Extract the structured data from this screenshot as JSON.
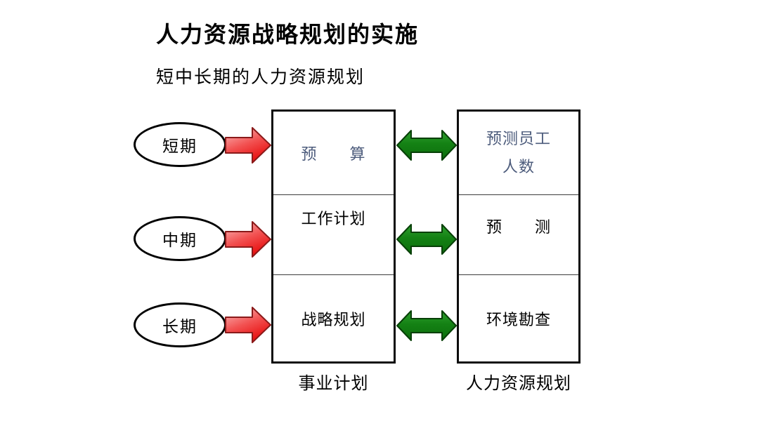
{
  "slide": {
    "title": "人力资源战略规划的实施",
    "subtitle": "短中长期的人力资源规划"
  },
  "timeline_ovals": [
    {
      "label": "短期"
    },
    {
      "label": "中期"
    },
    {
      "label": "长期"
    }
  ],
  "business_plan_box": {
    "caption": "事业计划",
    "rows": [
      {
        "text": "预　　算",
        "style": "muted-blue"
      },
      {
        "text": "工作计划",
        "style": "black"
      },
      {
        "text": "战略规划",
        "style": "black"
      }
    ]
  },
  "hr_plan_box": {
    "caption": "人力资源规划",
    "rows": [
      {
        "line1": "预测员工",
        "line2": "人数",
        "style": "muted-blue"
      },
      {
        "text": "预　　测",
        "style": "black"
      },
      {
        "text": "环境勘查",
        "style": "black"
      }
    ]
  },
  "icons": {
    "red_arrow": "right-block-arrow",
    "green_arrow": "double-headed-block-arrow"
  },
  "colors": {
    "red_arrow_light": "#fbc0c0",
    "red_arrow_dark": "#e81010",
    "red_arrow_border": "#8a1a1a",
    "green_arrow_light": "#2fa02f",
    "green_arrow_dark": "#0c6e0c",
    "green_arrow_border": "#073f07",
    "muted_blue_text": "#4d5c7c",
    "box_border": "#0d0d0d"
  }
}
